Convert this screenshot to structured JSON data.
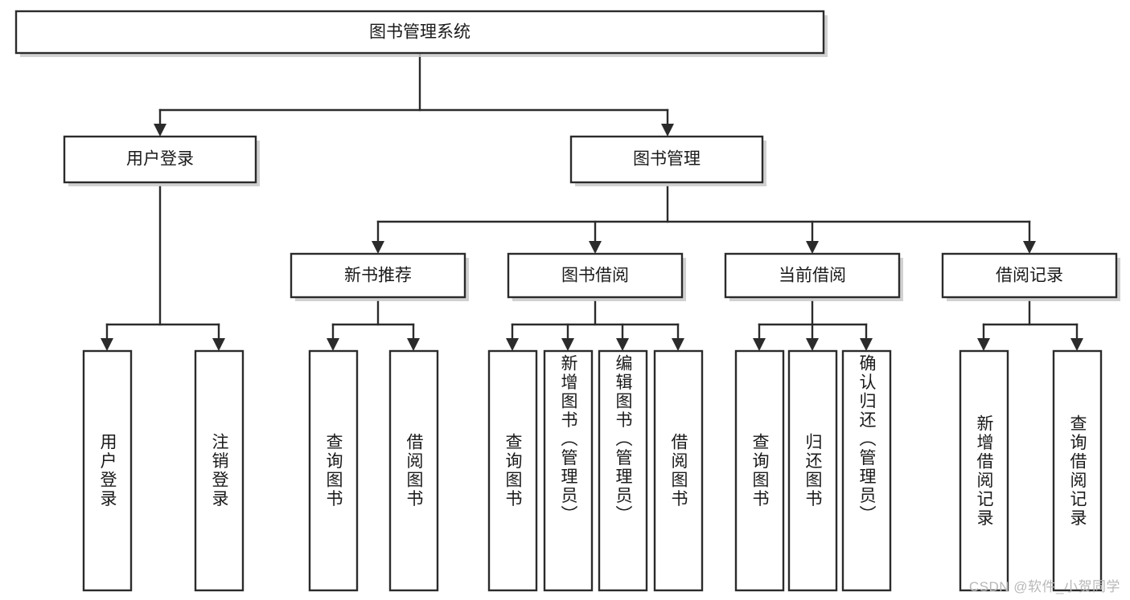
{
  "diagram": {
    "type": "tree",
    "title": "图书管理系统",
    "watermark": "CSDN @软件_小贺同学",
    "colors": {
      "box_stroke": "#2b2b2b",
      "box_fill": "#ffffff",
      "connector": "#2b2b2b",
      "shadow": "#c9c9c9",
      "text": "#1a1a1a",
      "watermark": "#b8b8b8"
    },
    "root": {
      "label": "图书管理系统",
      "orientation": "horizontal"
    },
    "level2": [
      {
        "label": "用户登录",
        "orientation": "horizontal"
      },
      {
        "label": "图书管理",
        "orientation": "horizontal"
      }
    ],
    "level3": [
      {
        "label": "新书推荐",
        "orientation": "horizontal",
        "parent": "图书管理"
      },
      {
        "label": "图书借阅",
        "orientation": "horizontal",
        "parent": "图书管理"
      },
      {
        "label": "当前借阅",
        "orientation": "horizontal",
        "parent": "图书管理"
      },
      {
        "label": "借阅记录",
        "orientation": "horizontal",
        "parent": "图书管理"
      }
    ],
    "leaves": {
      "user_login": [
        {
          "label": "用户登录",
          "orientation": "vertical"
        },
        {
          "label": "注销登录",
          "orientation": "vertical"
        }
      ],
      "new_book_recommend": [
        {
          "label": "查询图书",
          "orientation": "vertical"
        },
        {
          "label": "借阅图书",
          "orientation": "vertical"
        }
      ],
      "book_borrow": [
        {
          "label": "查询图书",
          "orientation": "vertical"
        },
        {
          "label": "新增图书（管理员）",
          "orientation": "vertical"
        },
        {
          "label": "编辑图书（管理员）",
          "orientation": "vertical"
        },
        {
          "label": "借阅图书",
          "orientation": "vertical"
        }
      ],
      "current_borrow": [
        {
          "label": "查询图书",
          "orientation": "vertical"
        },
        {
          "label": "归还图书",
          "orientation": "vertical"
        },
        {
          "label": "确认归还（管理员）",
          "orientation": "vertical"
        }
      ],
      "borrow_record": [
        {
          "label": "新增借阅记录",
          "orientation": "vertical"
        },
        {
          "label": "查询借阅记录",
          "orientation": "vertical"
        }
      ]
    }
  }
}
